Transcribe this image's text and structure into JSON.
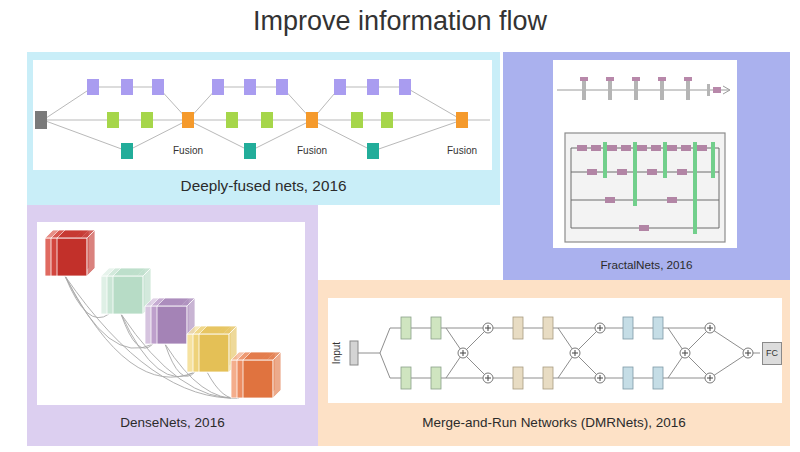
{
  "diagram": {
    "title": "Improve information flow",
    "nodes": [
      {
        "text": [
          "Deeply-fused nets, 2016"
        ]
      },
      {
        "text": [
          "FractalNets, 2016"
        ]
      },
      {
        "text": [
          "DenseNets, 2016"
        ]
      },
      {
        "text": [
          "Merge-and-Run Networks (DMRNets), 2016"
        ]
      },
      {
        "text": [
          "FC"
        ],
        "in": 3
      }
    ],
    "labels": [
      "Fusion",
      "Fusion",
      "Fusion",
      "Input"
    ]
  }
}
